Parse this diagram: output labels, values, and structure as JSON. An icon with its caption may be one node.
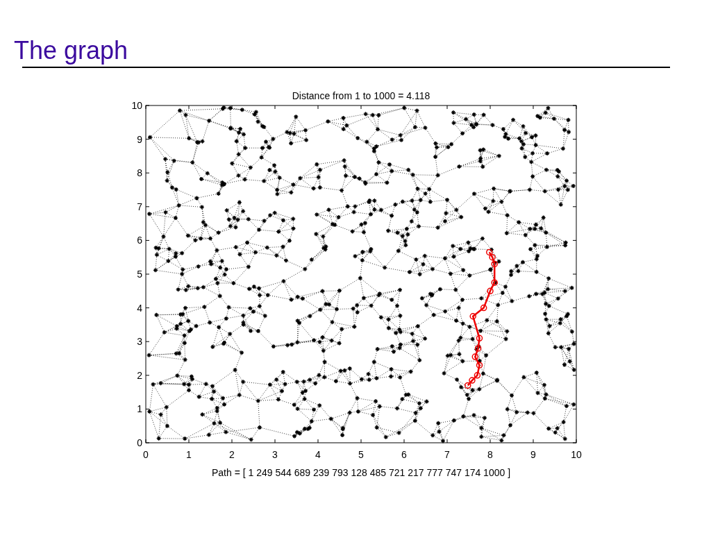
{
  "diagram": {
    "title": "The graph",
    "labels": [
      "Distance from 1 to 1000 = 4.118",
      "10",
      "9",
      "8",
      "7",
      "6",
      "5",
      "4",
      "3",
      "2",
      "1",
      "0",
      "0",
      "1",
      "2",
      "3",
      "4",
      "5",
      "6",
      "7",
      "8",
      "9",
      "10",
      "Path = [ 1 249 544 689 239 793 128 485 721 217 777 747 174 1000 ]"
    ]
  }
}
